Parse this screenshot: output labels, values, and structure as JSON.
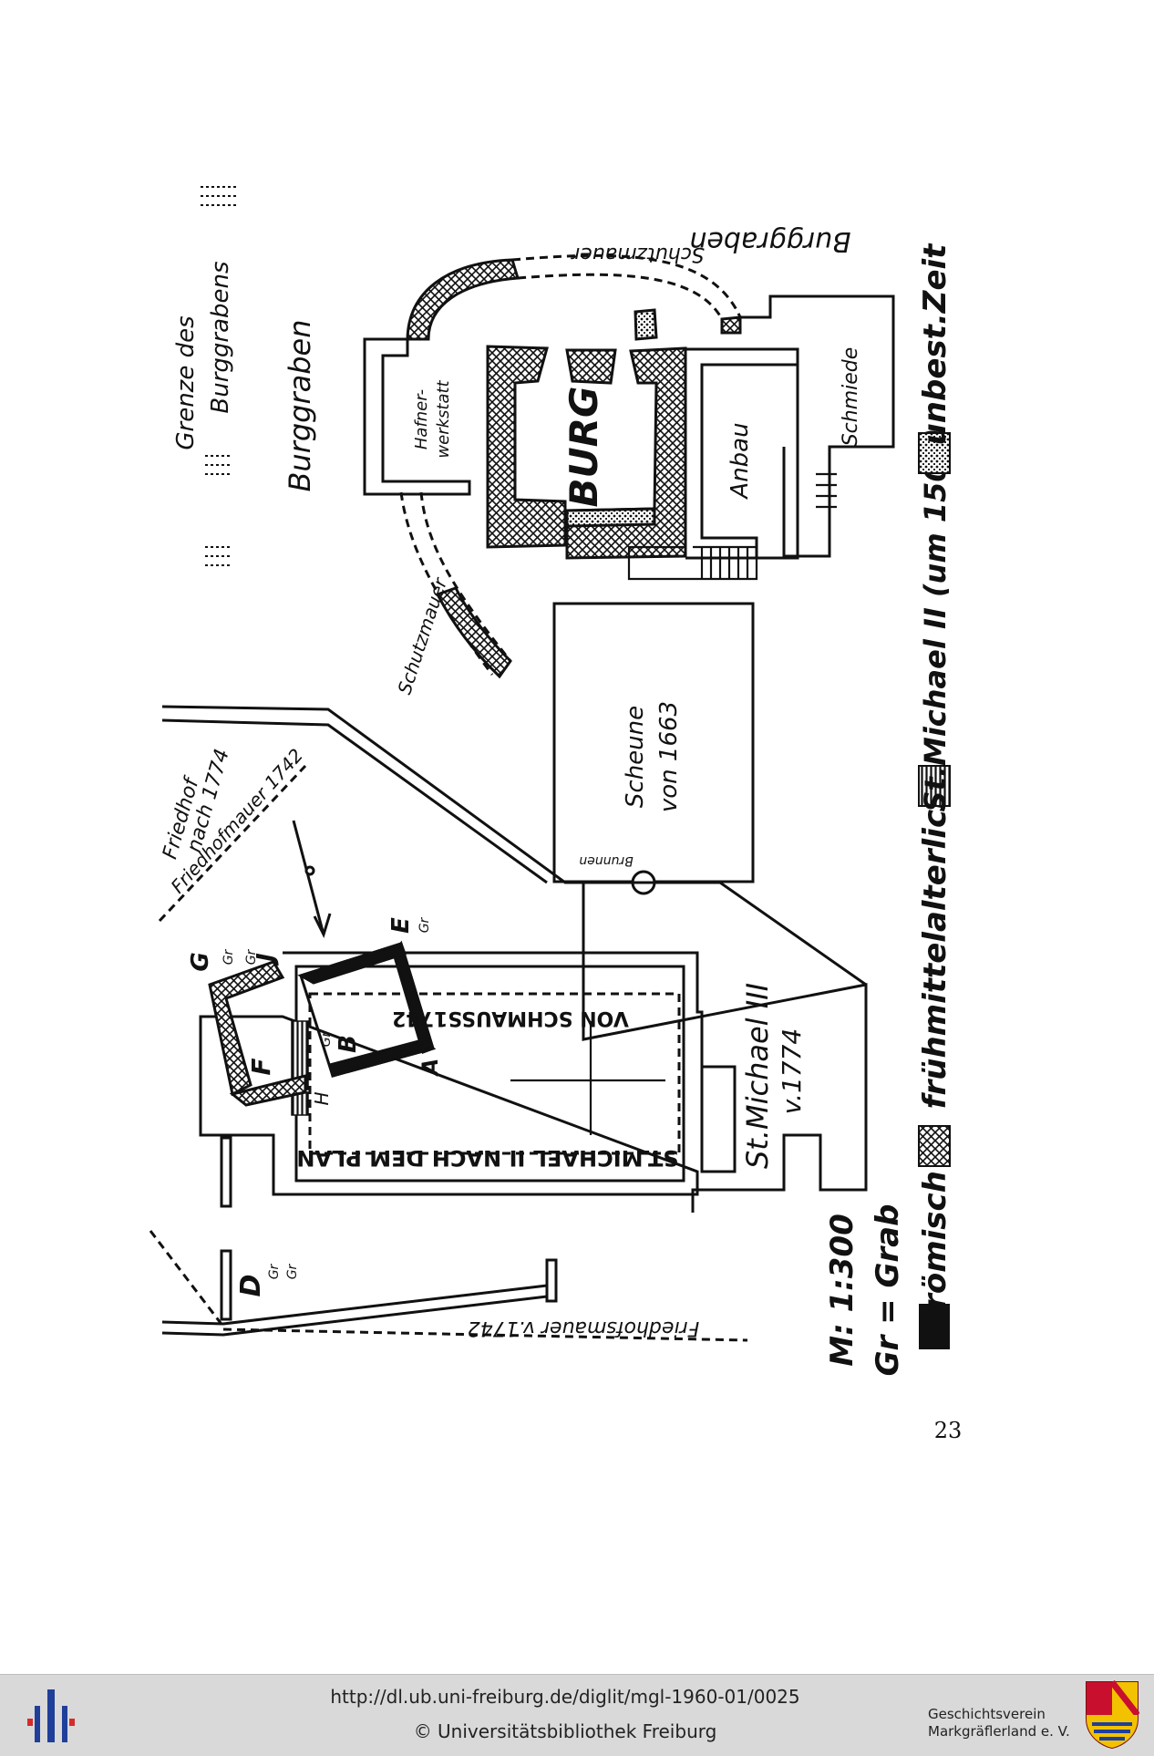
{
  "diagram": {
    "labels": {
      "burggraben_top": "Burggraben",
      "burggraben_left": "Burggraben",
      "grenze_line1": "Grenze des",
      "grenze_line2": "Burggrabens",
      "schutzmauer_top": "Schutzmauer",
      "schutzmauer_bottom": "Schutzmauer",
      "hafner_line1": "Hafner-",
      "hafner_line2": "werkstatt",
      "burg": "BURG",
      "anbau": "Anbau",
      "schmiede": "Schmiede",
      "scheune_line1": "Scheune",
      "scheune_line2": "von 1663",
      "brunnen": "Brunnen",
      "friedhof_line1": "Friedhof",
      "friedhof_line2": "nach 1774",
      "friedhofmauer_upper": "Friedhofmauer 1742",
      "friedhofsmauer_lower": "Friedhofsmauer v.1742",
      "von_schmauss": "VON SCHMAUSS1742",
      "plan_label": "ST.MICHAEL II NACH DEM PLAN",
      "st_michael_iii_line1": "St.Michael III",
      "st_michael_iii_line2": "v.1774",
      "letter_a": "A",
      "letter_b": "B",
      "letter_d": "D",
      "letter_e": "E",
      "letter_f": "F",
      "letter_g": "G",
      "letter_h": "H",
      "letter_j": "J",
      "gr": "Gr"
    },
    "legend": {
      "scale": "M: 1:300",
      "gr_grab": "Gr = Grab",
      "roemisch": "römisch",
      "fruehmittelalterlich": "frühmittelalterlich",
      "st_michael_ii": "St.Michael II (um 1500)",
      "unbest_zeit": "unbest.Zeit"
    }
  },
  "page_number": "23",
  "footer": {
    "url": "http://dl.ub.uni-freiburg.de/diglit/mgl-1960-01/0025",
    "copyright": "© Universitätsbibliothek Freiburg",
    "society_line1": "Geschichtsverein",
    "society_line2": "Markgräflerland e. V."
  },
  "colors": {
    "ink": "#111111",
    "footer_bg": "#d9d9d9",
    "logo_blue": "#1f3f99",
    "logo_red": "#d62b2b",
    "crest_yellow": "#f2c200",
    "crest_red": "#c8102e"
  }
}
